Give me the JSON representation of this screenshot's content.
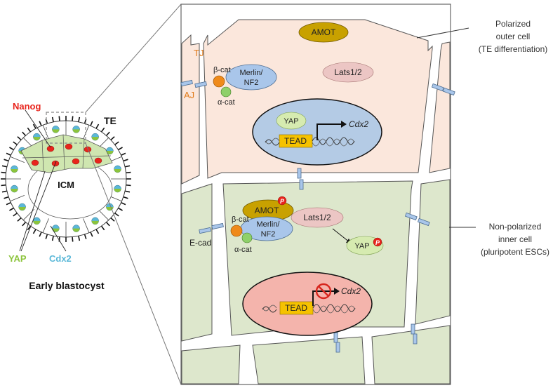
{
  "blastocyst": {
    "labels": {
      "nanog": "Nanog",
      "te": "TE",
      "icm": "ICM",
      "yap": "YAP",
      "cdx2": "Cdx2",
      "caption": "Early blastocyst"
    }
  },
  "outer_cell": {
    "amot": "AMOT",
    "tj": "TJ",
    "aj": "AJ",
    "beta_cat": "β-cat",
    "alpha_cat": "α-cat",
    "merlin": "Merlin/",
    "nf2": "NF2",
    "lats": "Lats1/2",
    "yap": "YAP",
    "tead": "TEAD",
    "cdx2": "Cdx2",
    "side_label": [
      "Polarized",
      "outer cell",
      "(TE differentiation)"
    ]
  },
  "inner_cell": {
    "p": "P",
    "amot": "AMOT",
    "beta_cat": "β-cat",
    "merlin": "Merlin/",
    "nf2": "NF2",
    "lats": "Lats1/2",
    "ecad": "E-cad",
    "alpha_cat": "α-cat",
    "yap": "YAP",
    "p2": "P",
    "tead": "TEAD",
    "cdx2": "Cdx2",
    "side_label": [
      "Non-polarized",
      "inner cell",
      "(pluripotent ESCs)"
    ]
  },
  "colors": {
    "outer_fill": "#fbe7dc",
    "inner_fill": "#dde7cc",
    "amot": "#c8a100",
    "merlin": "#a9c6ea",
    "lats": "#ecc6c4",
    "yap": "#d6ebb0",
    "tead": "#f5c200",
    "phospho": "#e8241c",
    "beta_cat": "#ef8a1a",
    "alpha_cat": "#8fd06a",
    "nanog": "#e8241c",
    "tj_label": "#e07b1a",
    "yap_label": "#8cc43c",
    "cdx2_label": "#5bb8d8"
  }
}
